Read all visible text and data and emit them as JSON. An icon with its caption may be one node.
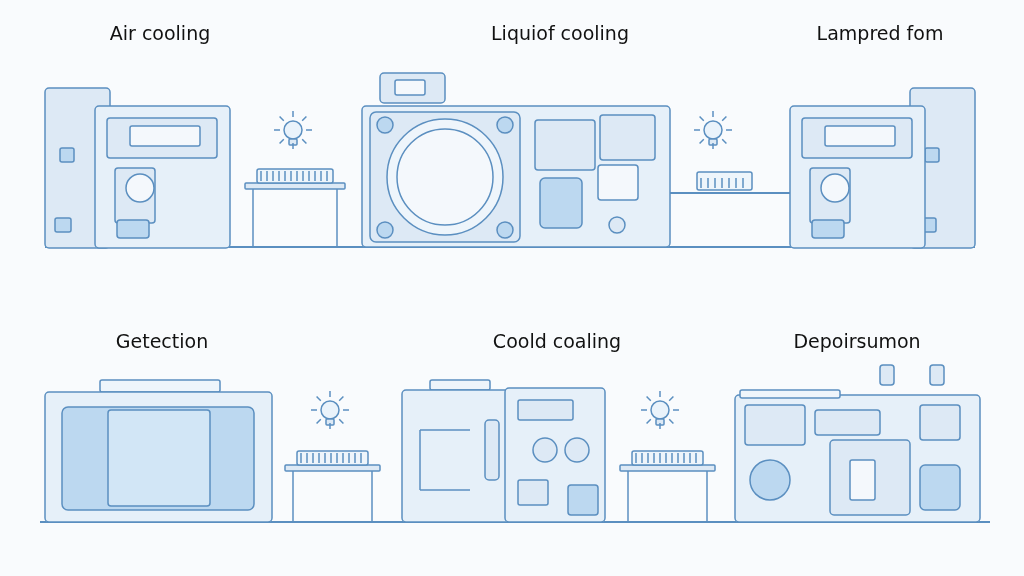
{
  "diagram": {
    "labels": [
      "Air cooling",
      "Liquiof cooling",
      "Lampred fom",
      "Getection",
      "Coold coaling",
      "Depoirsumon"
    ]
  }
}
